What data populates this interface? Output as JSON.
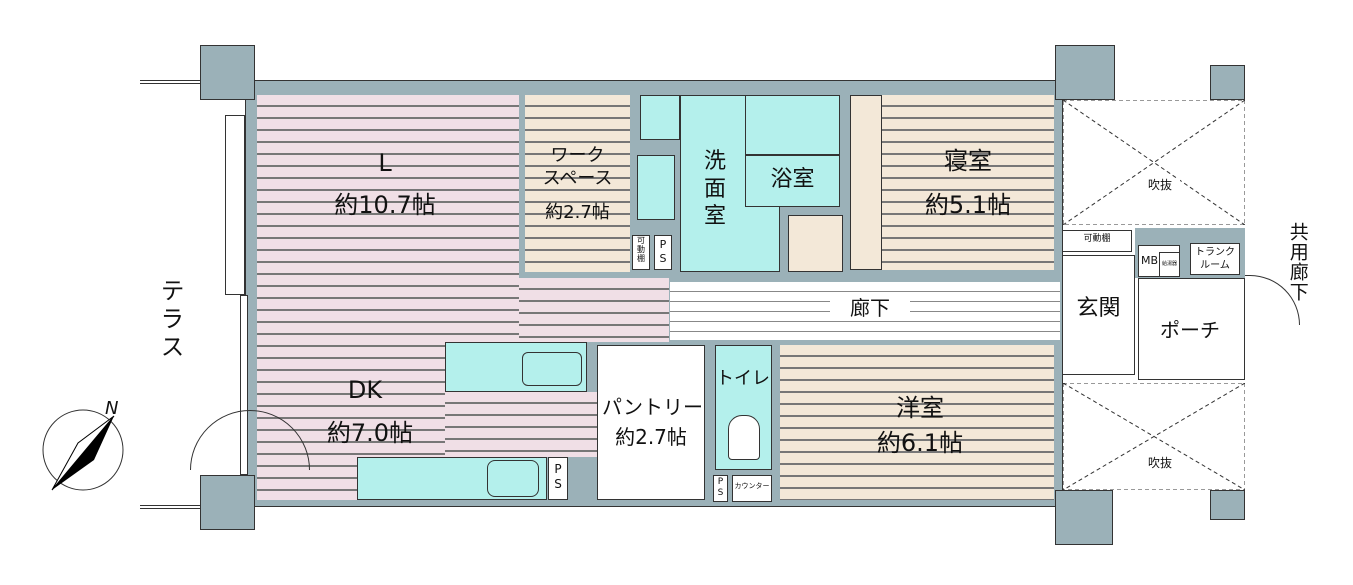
{
  "rooms": {
    "living": {
      "name": "L",
      "size": "約10.7帖"
    },
    "dining_kitchen": {
      "name": "DK",
      "size": "約7.0帖"
    },
    "workspace": {
      "name": "ワーク\nスペース",
      "size": "約2.7帖"
    },
    "washroom": {
      "name": "洗\n面\n室"
    },
    "bathroom": {
      "name": "浴室"
    },
    "bedroom": {
      "name": "寝室",
      "size": "約5.1帖"
    },
    "western_room": {
      "name": "洋室",
      "size": "約6.1帖"
    },
    "pantry": {
      "name": "パントリー",
      "size": "約2.7帖"
    },
    "toilet": {
      "name": "トイレ"
    },
    "hallway": {
      "name": "廊下"
    },
    "entrance": {
      "name": "玄関"
    },
    "porch": {
      "name": "ポーチ"
    },
    "void_top": {
      "name": "吹抜"
    },
    "void_bottom": {
      "name": "吹抜"
    }
  },
  "fixtures": {
    "movable_shelf_small": "可\n動\n棚",
    "ps": "P\nS",
    "movable_shelf": "可動棚",
    "mb": "MB",
    "water_heater": "給湯器",
    "trunk_room": "トランク\nルーム",
    "counter": "カウンター"
  },
  "outside": {
    "terrace": "テラス",
    "common_corridor": "共用廊下",
    "north": "N"
  },
  "colors": {
    "wall": "#9bb1b8",
    "living_floor": "#f0dfe6",
    "room_floor": "#f3e8d8",
    "wet_area": "#b4f0ec"
  }
}
